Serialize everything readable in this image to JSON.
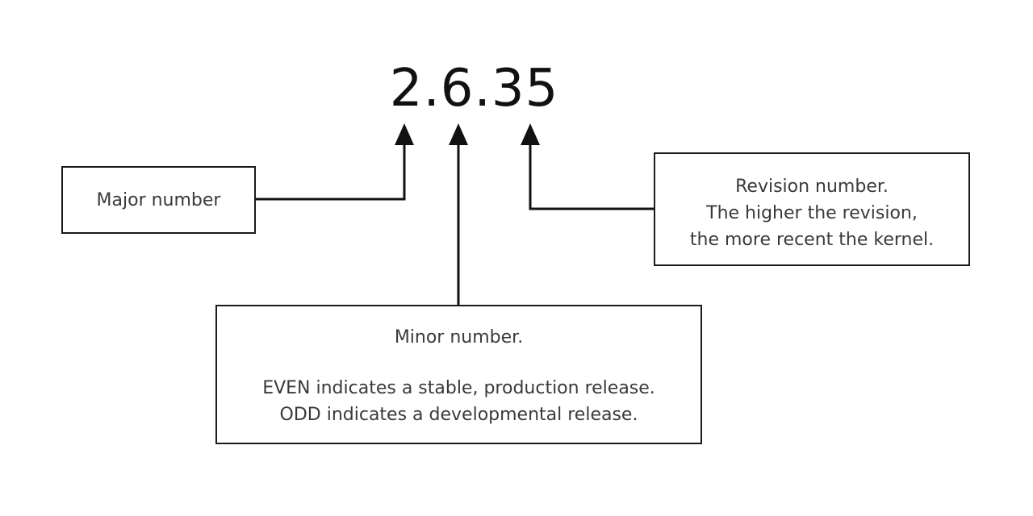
{
  "version": "2.6.35",
  "boxes": {
    "major": {
      "text": "Major number"
    },
    "revision": {
      "lines": [
        "Revision number.",
        "The higher the revision,",
        "the more recent the kernel."
      ]
    },
    "minor": {
      "title": "Minor number.",
      "lines": [
        "EVEN indicates a stable, production release.",
        "ODD indicates a developmental release."
      ]
    }
  },
  "colors": {
    "line": "#111111",
    "text": "#3a3a3a",
    "background": "#ffffff"
  }
}
